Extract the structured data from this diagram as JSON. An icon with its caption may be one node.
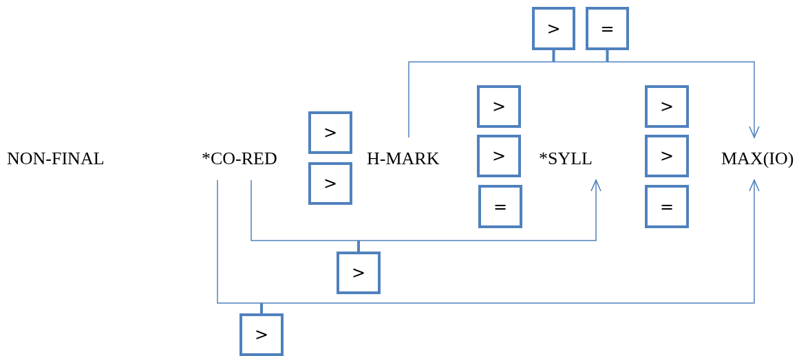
{
  "diagram": {
    "nodes": [
      {
        "text": [
          ">"
        ]
      },
      {
        "text": [
          "="
        ]
      },
      {
        "text": [
          "NON-FINAL"
        ]
      },
      {
        "text": [
          "*CO-RED"
        ]
      },
      {
        "text": [
          ">"
        ]
      },
      {
        "text": [
          ">"
        ]
      },
      {
        "text": [
          "H-MARK"
        ]
      },
      {
        "text": [
          ">"
        ]
      },
      {
        "text": [
          ">"
        ]
      },
      {
        "text": [
          "="
        ]
      },
      {
        "text": [
          "*SYLL"
        ]
      },
      {
        "text": [
          ">"
        ]
      },
      {
        "text": [
          ">"
        ]
      },
      {
        "text": [
          "="
        ]
      },
      {
        "text": [
          "MAX(IO)"
        ]
      },
      {
        "text": [
          ">"
        ]
      },
      {
        "text": [
          ">"
        ]
      }
    ],
    "edges": [
      {
        "from": 6,
        "to": 14,
        "arrow": "to"
      },
      {
        "from": 3,
        "to": 10,
        "arrow": "to"
      },
      {
        "from": 3,
        "to": 14,
        "arrow": "to"
      },
      {
        "from": 0,
        "to": null,
        "arrow": "none"
      },
      {
        "from": 1,
        "to": null,
        "arrow": "none"
      },
      {
        "from": 15,
        "to": null,
        "arrow": "none"
      },
      {
        "from": 16,
        "to": null,
        "arrow": "none"
      }
    ]
  }
}
